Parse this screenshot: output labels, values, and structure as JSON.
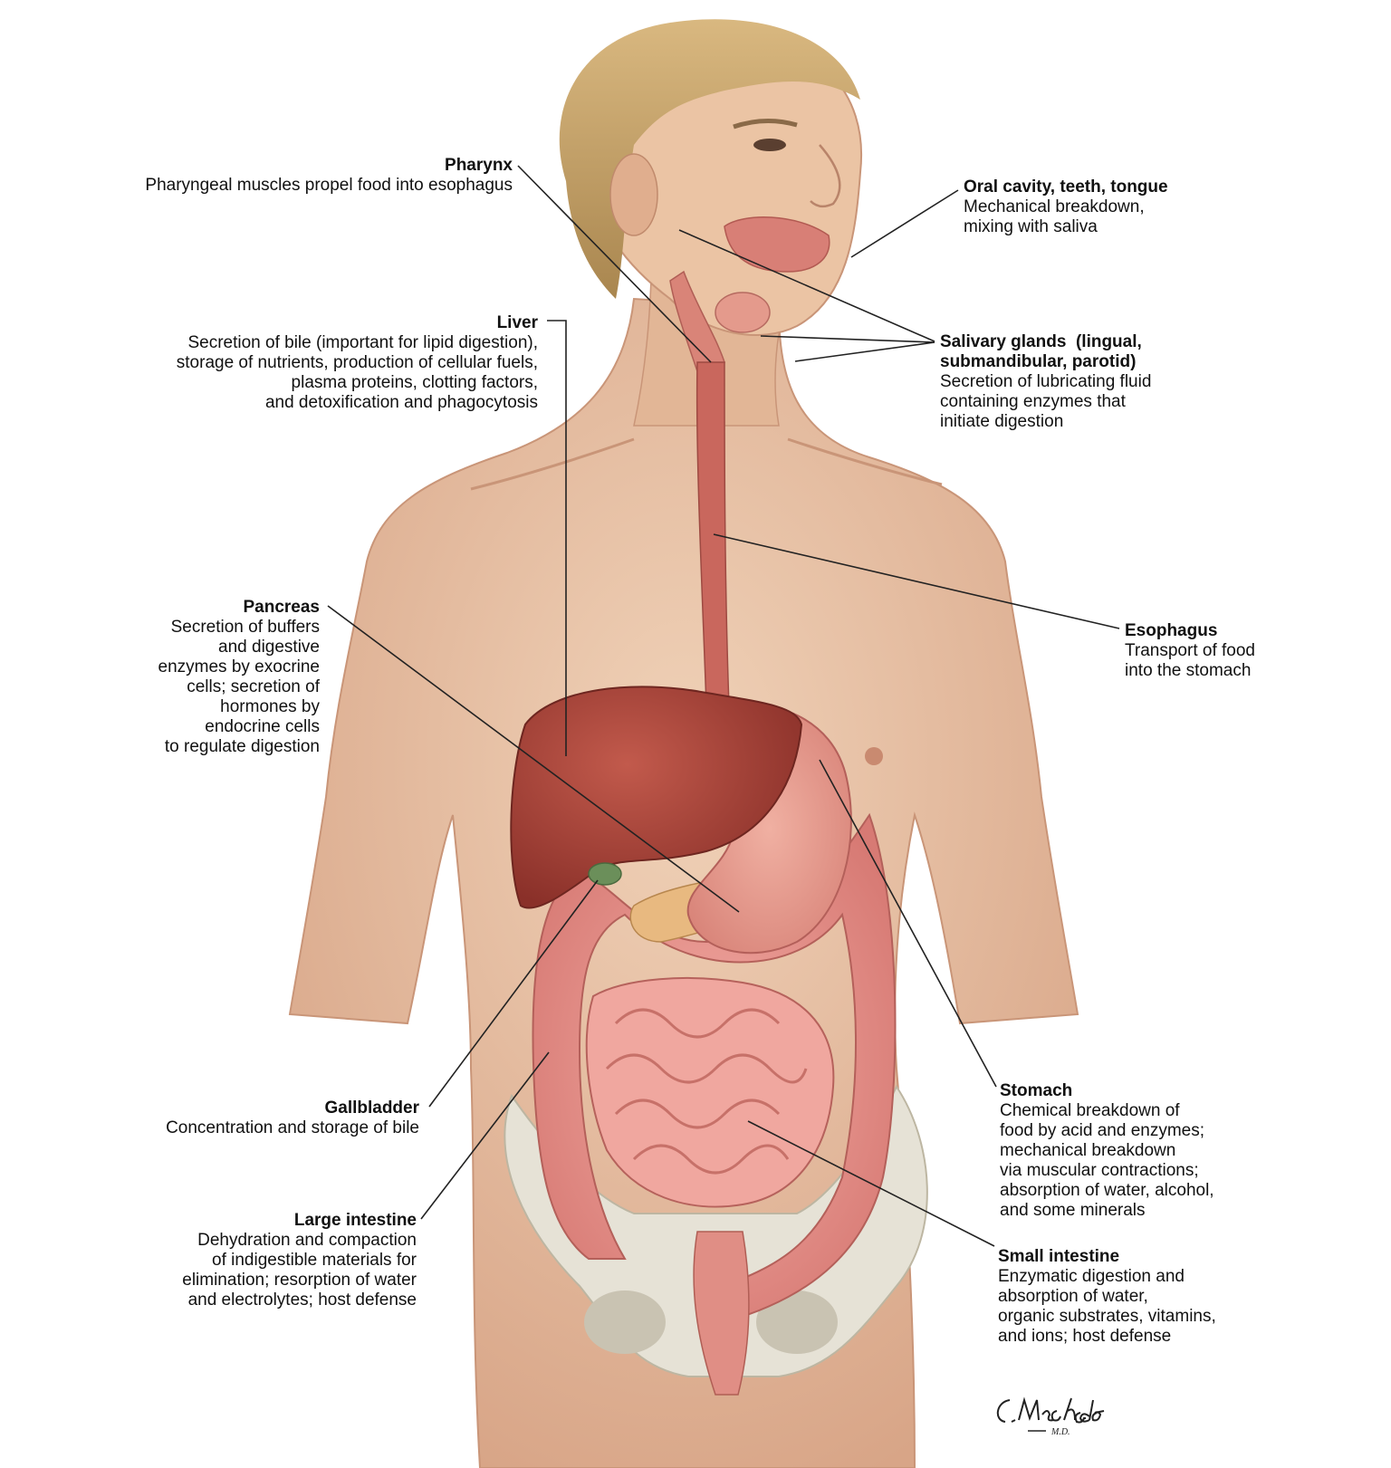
{
  "colors": {
    "skin": "#e8c3a4",
    "skin_shadow": "#d9a98a",
    "hair": "#c9a46a",
    "liver": "#a9453a",
    "stomach": "#e59a8d",
    "intestine": "#e6928c",
    "colon": "#e7a296",
    "pancreas": "#e8b980",
    "bone": "#e6e2d6",
    "esophagus": "#c9675d",
    "leader_line": "#222222"
  },
  "labels": {
    "pharynx": {
      "title": "Pharynx",
      "desc": "Pharyngeal muscles propel food into esophagus"
    },
    "oral_cavity": {
      "title": "Oral cavity, teeth, tongue",
      "desc": "Mechanical breakdown,\nmixing with saliva"
    },
    "liver": {
      "title": "Liver",
      "desc": "Secretion of bile (important for lipid digestion),\nstorage of nutrients, production of cellular fuels,\nplasma proteins, clotting factors,\nand detoxification and phagocytosis"
    },
    "salivary_glands": {
      "title": "Salivary glands  (lingual,\nsubmandibular, parotid)",
      "desc": "Secretion of lubricating fluid\ncontaining enzymes that\ninitiate digestion"
    },
    "pancreas": {
      "title": "Pancreas",
      "desc": "Secretion of buffers\nand digestive\nenzymes by exocrine\ncells; secretion of\nhormones by\nendocrine cells\nto regulate digestion"
    },
    "esophagus": {
      "title": "Esophagus",
      "desc": "Transport of food\ninto the stomach"
    },
    "gallbladder": {
      "title": "Gallbladder",
      "desc": "Concentration and storage of bile"
    },
    "stomach": {
      "title": "Stomach",
      "desc": "Chemical breakdown of\nfood by acid and enzymes;\nmechanical breakdown\nvia muscular contractions;\nabsorption of water, alcohol,\nand some minerals"
    },
    "large_intestine": {
      "title": "Large intestine",
      "desc": "Dehydration and compaction\nof indigestible materials for\nelimination; resorption of water\nand electrolytes; host defense"
    },
    "small_intestine": {
      "title": "Small intestine",
      "desc": "Enzymatic digestion and\nabsorption of water,\norganic substrates, vitamins,\nand ions; host defense"
    }
  },
  "signature": "C.Machado M.D."
}
